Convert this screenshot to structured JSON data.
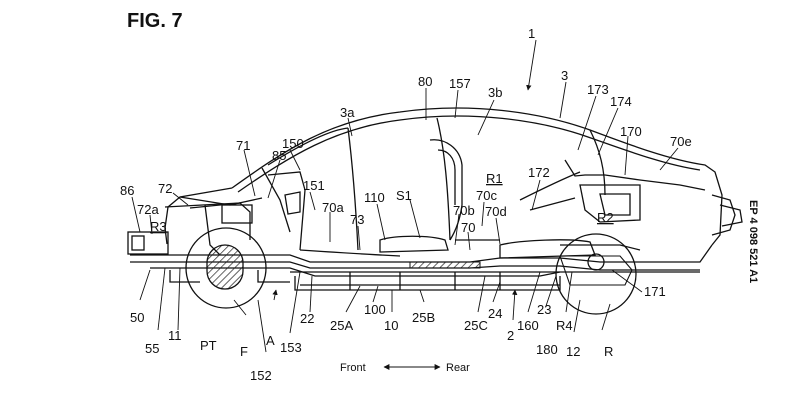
{
  "figure_title": "FIG. 7",
  "document_code": "EP 4 098 521 A1",
  "direction": {
    "front": "Front",
    "rear": "Rear"
  },
  "reference_numerals": {
    "vehicle": "1",
    "body": "3",
    "front_pillar": "3a",
    "b_pillar": "3b",
    "roof": "80",
    "roof_frame": "157",
    "r_frame_upper": "173",
    "r_frame_174": "174",
    "rear_170": "170",
    "rear_70e": "70e",
    "dash_150": "150",
    "dash_151": "151",
    "panel_71": "71",
    "panel_85": "85",
    "front_72": "72",
    "front_72a": "72a",
    "bumper_86": "86",
    "floor_70a": "70a",
    "floor_73": "73",
    "seat_frame_110": "110",
    "seat_S1": "S1",
    "floor_70b": "70b",
    "floor_70": "70",
    "floor_70d": "70d",
    "floor_70c": "70c",
    "rear_172": "172",
    "front_50": "50",
    "front_55": "55",
    "front_11": "11",
    "powertrain_PT": "PT",
    "front_wheel_F": "F",
    "front_152": "152",
    "airflow_A": "A",
    "front_153": "153",
    "frame_22": "22",
    "battery_25A": "25A",
    "battery_100": "100",
    "battery_10": "10",
    "battery_25B": "25B",
    "battery_25C": "25C",
    "rear_24": "24",
    "rear_2": "2",
    "rear_160": "160",
    "rear_23": "23",
    "rear_R4": "R4",
    "rear_180": "180",
    "rear_12": "12",
    "rear_wheel_R": "R",
    "rear_171": "171",
    "space_R1": "R1",
    "space_R2": "R2",
    "space_R3": "R3"
  }
}
